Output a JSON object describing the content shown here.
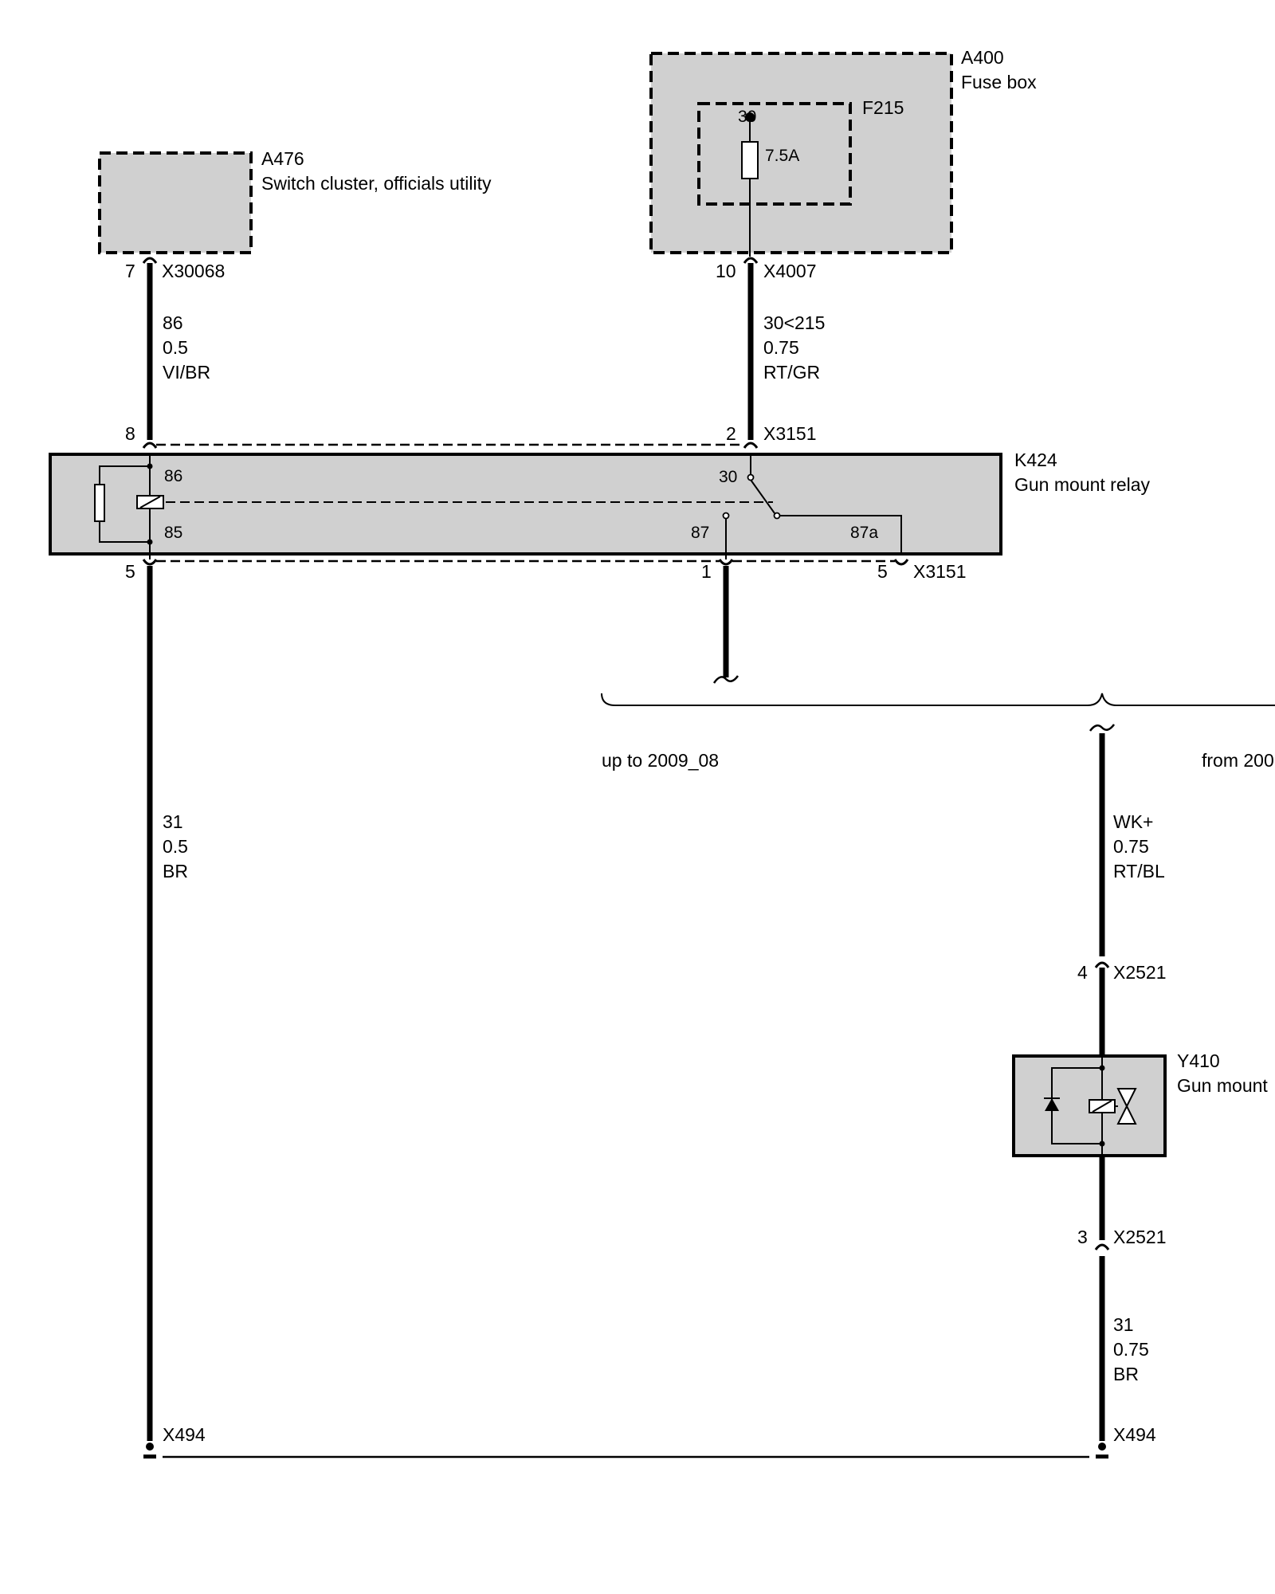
{
  "colors": {
    "wire": "#000000",
    "module_fill": "#d0d0d0",
    "thin_line": "#000000"
  },
  "components": {
    "a476": {
      "id": "A476",
      "name": "Switch cluster, officials utility"
    },
    "a400": {
      "id": "A400",
      "name": "Fuse box"
    },
    "f215": {
      "id": "F215",
      "pin": "30",
      "rating": "7.5A"
    },
    "k424": {
      "id": "K424",
      "name": "Gun mount relay",
      "pins": {
        "p86": "86",
        "p85": "85",
        "p30": "30",
        "p87": "87",
        "p87a": "87a"
      }
    },
    "y410": {
      "id": "Y410",
      "name": "Gun mount"
    }
  },
  "connectors": {
    "x30068": {
      "label": "X30068",
      "pin": "7"
    },
    "x4007": {
      "label": "X4007",
      "pin": "10"
    },
    "x3151_top_left": {
      "pin": "8"
    },
    "x3151_top": {
      "label": "X3151",
      "pin": "2"
    },
    "x3151_bottom_left": {
      "pin": "5"
    },
    "x3151_bottom_mid": {
      "pin": "1"
    },
    "x3151_bottom": {
      "label": "X3151",
      "pin": "5"
    },
    "x2521_top": {
      "label": "X2521",
      "pin": "4"
    },
    "x2521_bottom": {
      "label": "X2521",
      "pin": "3"
    },
    "x494_left": {
      "label": "X494"
    },
    "x494_right": {
      "label": "X494"
    }
  },
  "wires": {
    "w86": {
      "signal": "86",
      "size": "0.5",
      "color": "VI/BR"
    },
    "w30": {
      "signal": "30<215",
      "size": "0.75",
      "color": "RT/GR"
    },
    "w31_left": {
      "signal": "31",
      "size": "0.5",
      "color": "BR"
    },
    "wwk": {
      "signal": "WK+",
      "size": "0.75",
      "color": "RT/BL"
    },
    "w31_right": {
      "signal": "31",
      "size": "0.75",
      "color": "BR"
    }
  },
  "variants": {
    "left": "up to 2009_08",
    "right": "from 200"
  }
}
